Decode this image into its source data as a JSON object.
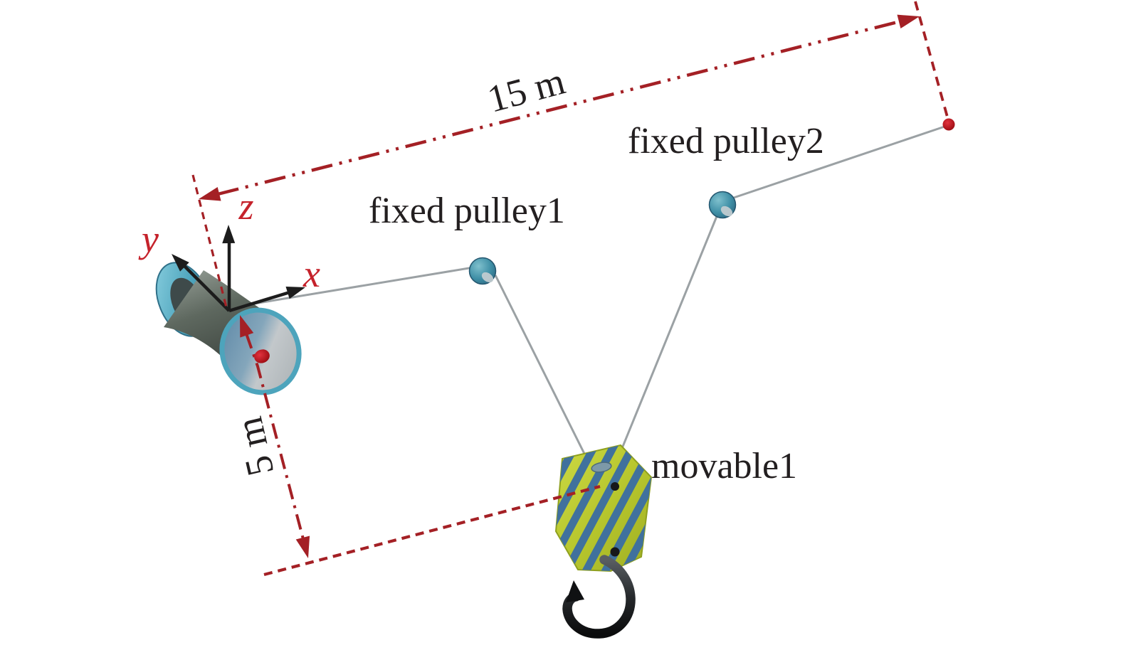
{
  "figure": {
    "type": "3d-schematic",
    "description_visible_text_only": true,
    "labels": {
      "fixed_pulley1": "fixed pulley1",
      "fixed_pulley2": "fixed pulley2",
      "movable_pulley": "movable1"
    },
    "axis_labels": {
      "x": "x",
      "y": "y",
      "z": "z"
    },
    "dimensions": {
      "horizontal": {
        "label": "15 m",
        "value": 15,
        "unit": "m"
      },
      "vertical": {
        "label": "5 m",
        "value": 5,
        "unit": "m"
      }
    },
    "icons": {
      "winch_drum": "winch-drum-icon",
      "fixed_pulley": "pulley-disc-icon",
      "movable_block": "pulley-block-hook-icon",
      "anchor_point": "anchor-dot-icon"
    },
    "colors": {
      "background": "#ffffff",
      "dimension_red": "#a42025",
      "axis_label_red": "#c5222b",
      "axis_arrow_black": "#1c1c1c",
      "label_text_black": "#231f20",
      "cable_gray": "#9ba1a4",
      "pulley_teal": "#3f8fa6",
      "pulley_teal_dark": "#2b5f7e",
      "drum_teal": "#4da4bc",
      "drum_barrel_gray": "#4f5852",
      "flange_silver": "#b9bfc2",
      "block_yellow_green": "#bcca31",
      "block_stripe_blue": "#40719d",
      "hook_black": "#212426",
      "anchor_dot_red": "#b01b20"
    }
  }
}
